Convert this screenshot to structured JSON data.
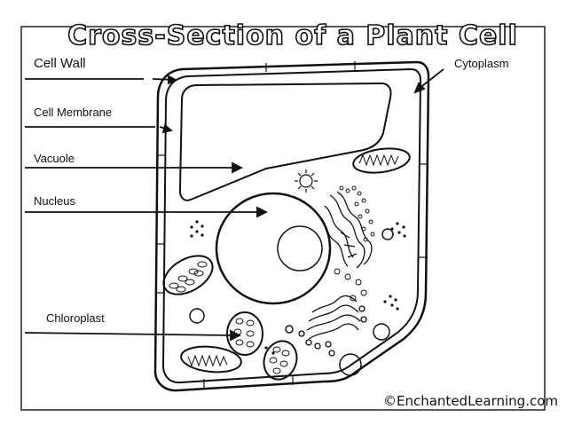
{
  "title": "Cross-Section of a Plant Cell",
  "labels": {
    "cell_wall": "Cell Wall",
    "cell_membrane": "Cell Membrane",
    "vacuole": "Vacuole",
    "nucleus": "Nucleus",
    "chloroplast": "Chloroplast",
    "cytoplasm": "Cytoplasm"
  },
  "copyright": "©EnchantedLearning.com"
}
